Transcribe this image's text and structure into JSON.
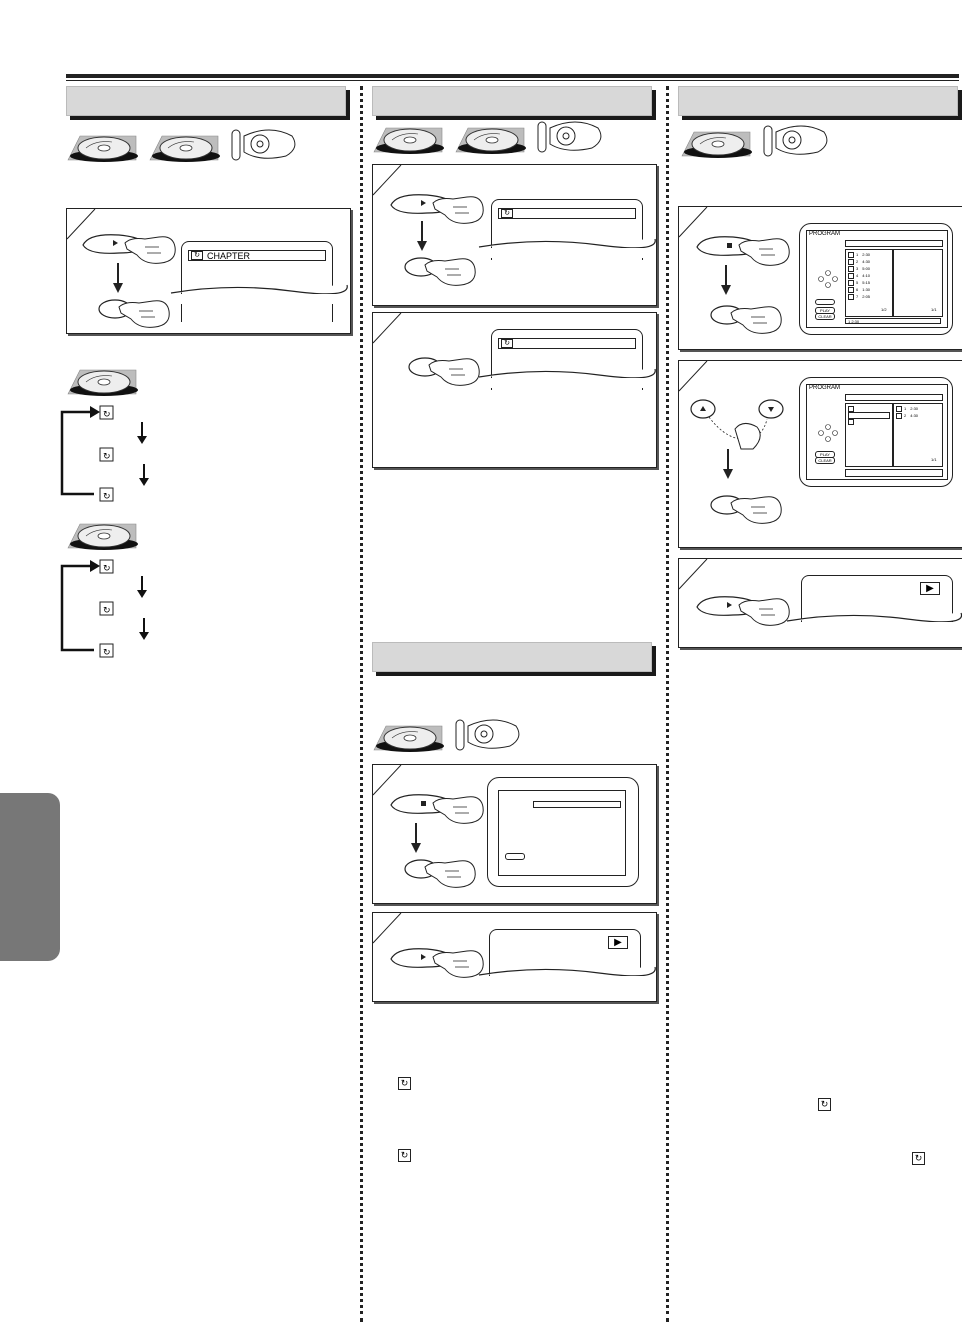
{
  "osd": {
    "chapter_label": "CHAPTER",
    "program_title": "PROGRAM",
    "program_tracks": [
      {
        "num": "1",
        "time": "2:30"
      },
      {
        "num": "2",
        "time": "4:30"
      },
      {
        "num": "3",
        "time": "5:00"
      },
      {
        "num": "4",
        "time": "4:10"
      },
      {
        "num": "5",
        "time": "5:15"
      },
      {
        "num": "6",
        "time": "1:30"
      },
      {
        "num": "7",
        "time": "2:05"
      }
    ],
    "program_page_left": "1/2",
    "program_page_right": "1/1",
    "program_selected": "1  2:30",
    "program_list": [
      {
        "num": "1",
        "time": "2:30"
      },
      {
        "num": "2",
        "time": "4:30"
      }
    ],
    "play_button": "PLAY",
    "clear_button": "CLEAR",
    "play_symbol": "▶"
  },
  "colors": {
    "header_gray": "#d8d8d8",
    "side_tab": "#777777"
  }
}
